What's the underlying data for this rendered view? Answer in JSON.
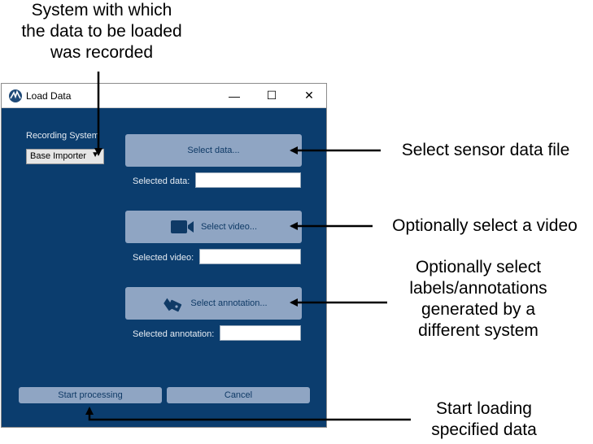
{
  "annotations": {
    "recording_system_line1": "System with which",
    "recording_system_line2": "the data to be loaded",
    "recording_system_line3": "was recorded",
    "select_data": "Select sensor data file",
    "select_video": "Optionally select a video",
    "select_annotation_line1": "Optionally select",
    "select_annotation_line2": "labels/annotations",
    "select_annotation_line3": "generated by a",
    "select_annotation_line4": "different system",
    "start_line1": "Start loading",
    "start_line2": "specified data"
  },
  "window": {
    "title": "Load Data",
    "minimize_glyph": "—",
    "maximize_glyph": "☐",
    "close_glyph": "✕"
  },
  "form": {
    "recording_system_label": "Recording System",
    "recording_system_value": "Base Importer",
    "select_data_button": "Select data...",
    "selected_data_label": "Selected data:",
    "selected_data_value": "",
    "select_video_button": "Select video...",
    "selected_video_label": "Selected video:",
    "selected_video_value": "",
    "select_annotation_button": "Select annotation...",
    "selected_annotation_label": "Selected annotation:",
    "selected_annotation_value": "",
    "start_button": "Start processing",
    "cancel_button": "Cancel"
  },
  "icons": {
    "video": "video-camera-icon",
    "annotation": "tag-icon",
    "app": "app-logo-icon",
    "dropdown": "chevron-down-icon"
  },
  "colors": {
    "window_bg": "#0b3d6e",
    "button_bg": "#8fa5c3",
    "button_text": "#0f3a66"
  }
}
